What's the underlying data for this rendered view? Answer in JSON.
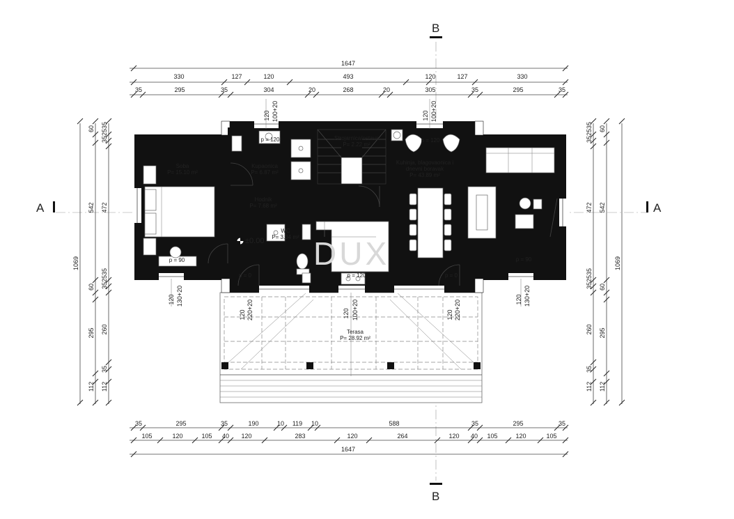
{
  "sections": {
    "top": "B",
    "bottom": "B",
    "left": "A",
    "right": "A"
  },
  "dims_top": {
    "overall": "1647",
    "row2": [
      "330",
      "127",
      "120",
      "493",
      "120",
      "127",
      "330"
    ],
    "row3": [
      "35",
      "295",
      "35",
      "304",
      "20",
      "268",
      "20",
      "305",
      "35",
      "295",
      "35"
    ]
  },
  "dims_bottom": {
    "row1": [
      "35",
      "295",
      "35",
      "190",
      "10",
      "119",
      "10",
      "588",
      "35",
      "295",
      "35"
    ],
    "row2": [
      "105",
      "120",
      "105",
      "40",
      "120",
      "283",
      "120",
      "264",
      "120",
      "40",
      "105",
      "120",
      "105"
    ],
    "overall": "1647"
  },
  "dims_left": {
    "overall": "1069",
    "col2": [
      "60",
      "35",
      "25",
      "35",
      "542",
      "60",
      "35",
      "25",
      "35",
      "295",
      "112"
    ],
    "col3": [
      "472",
      "260",
      "35",
      "112"
    ]
  },
  "dims_right": {
    "overall": "1069",
    "col2": [
      "60",
      "35",
      "25",
      "35",
      "542",
      "60",
      "35",
      "25",
      "35",
      "295",
      "112"
    ],
    "col3": [
      "472",
      "260",
      "35",
      "112"
    ]
  },
  "openings": {
    "top_left": [
      "120",
      "100+20"
    ],
    "top_right": [
      "120",
      "100+20"
    ],
    "bot_left": [
      "120",
      "130+20"
    ],
    "bot_right": [
      "120",
      "130+20"
    ],
    "ter_left": [
      "120",
      "220+20"
    ],
    "ter_mid": [
      "120",
      "100+20"
    ],
    "ter_right": [
      "120",
      "220+20"
    ]
  },
  "rooms": {
    "soba": {
      "name": "Soba",
      "area": "P= 15.10 m²"
    },
    "kupaonica": {
      "name": "Kupaonica",
      "area": "P= 6.87 m²"
    },
    "strojarnica": {
      "name": "Strojarnica/ostava",
      "area": "P= 2.22 m²"
    },
    "kuhinja": {
      "name1": "Kuhinja, blagovaonica i",
      "name2": "dnevni boravak",
      "area": "P= 43.89 m²"
    },
    "hodnik": {
      "name": "Hodnik",
      "area": "P= 7.68 m²"
    },
    "wc": {
      "name": "WC",
      "area": "P= 3.34 m²"
    },
    "terasa": {
      "name": "Terasa",
      "area": "P= 28.92 m²"
    }
  },
  "levels": {
    "p120_kup": "p = 120",
    "p120_kuh": "p = 120",
    "p90_soba": "p = 90",
    "p90_kuh": "p = 90",
    "p0_hod": "p = 0",
    "p0_kuh": "p = 0",
    "p120_mid": "p = 120"
  },
  "elevation": "±0.00",
  "watermark": "DUX"
}
